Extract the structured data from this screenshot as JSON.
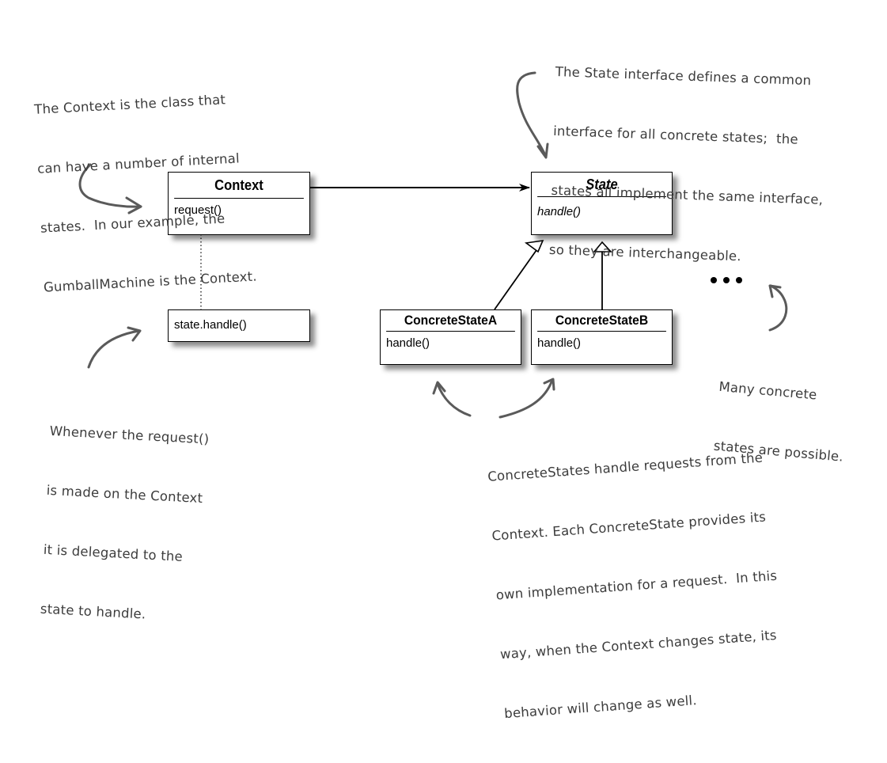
{
  "diagram": {
    "title": "State Pattern class diagram",
    "classes": {
      "context": {
        "name": "Context",
        "method": "request()"
      },
      "state": {
        "name": "State",
        "method": "handle()",
        "abstract": true
      },
      "concrete_a": {
        "name": "ConcreteStateA",
        "method": "handle()"
      },
      "concrete_b": {
        "name": "ConcreteStateB",
        "method": "handle()"
      }
    },
    "note_box": {
      "text": "state.handle()"
    },
    "relationships": [
      {
        "from": "Context",
        "to": "State",
        "type": "association"
      },
      {
        "from": "ConcreteStateA",
        "to": "State",
        "type": "generalization"
      },
      {
        "from": "ConcreteStateB",
        "to": "State",
        "type": "generalization"
      },
      {
        "from": "request()",
        "to": "state.handle()",
        "type": "note-link"
      }
    ],
    "ellipsis": "...",
    "annotations": {
      "context_note": [
        "The Context is the class that",
        "can have a number of internal",
        "states.  In our example, the",
        "GumballMachine is the Context."
      ],
      "state_note": [
        "The State interface defines a common",
        "interface for all concrete states;  the",
        "states all implement the same interface,",
        "so they are interchangeable."
      ],
      "request_note": [
        "Whenever the request()",
        "is made on the Context",
        "it is delegated to the",
        "state to handle."
      ],
      "concrete_note": [
        "ConcreteStates handle requests from the",
        "Context. Each ConcreteState provides its",
        "own implementation for a request.  In this",
        "way, when the Context changes state, its",
        "behavior will change as well."
      ],
      "many_note": [
        "Many concrete",
        "states are possible."
      ]
    },
    "colors": {
      "box_border": "#000000",
      "annotation_text": "#3c3c3c",
      "annotation_arrow": "#5a5a5a"
    }
  }
}
